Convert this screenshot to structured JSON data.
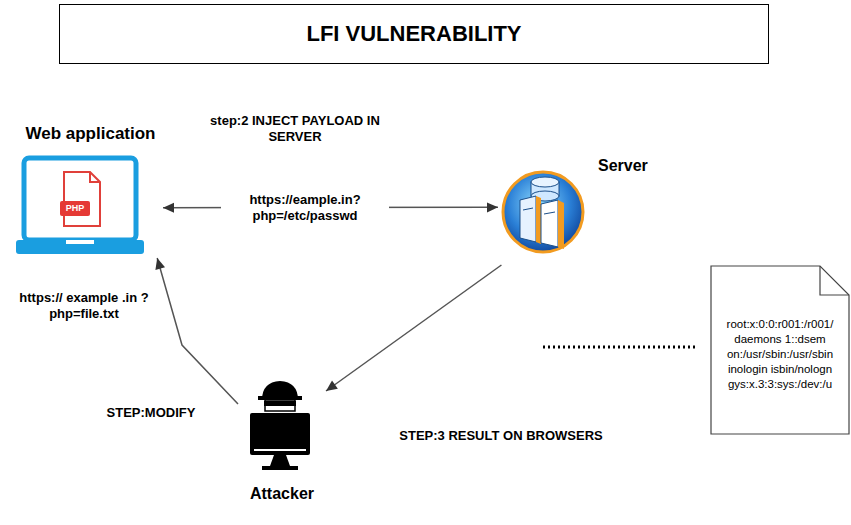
{
  "diagram": {
    "title": "LFI VULNERABILITY",
    "nodes": [
      {
        "text": [
          "Web application",
          "PHP"
        ]
      },
      {
        "text": [
          "Server"
        ]
      },
      {
        "text": [
          "root:x:0:0:r001:/r001/ daemons 1::dsem on:/usr/sbin:/usr/sbin inologin isbin/nologn gys:x.3:3:sys:/dev:/u"
        ]
      },
      {
        "text": [
          "Attacker"
        ]
      }
    ],
    "edges": [
      {
        "from": 0,
        "to": 1,
        "arrow": "both",
        "label": "https://eample.in? php=/etc/passwd"
      },
      {
        "from": 1,
        "to": 3,
        "arrow": "to"
      },
      {
        "from": 3,
        "to": 0,
        "arrow": "to"
      }
    ],
    "labels": [
      "step:2 INJECT PAYLOAD IN SERVER",
      "https:// example .in ? php=file.txt",
      "STEP:MODIFY",
      "STEP:3 RESULT ON BROWSERS"
    ]
  }
}
